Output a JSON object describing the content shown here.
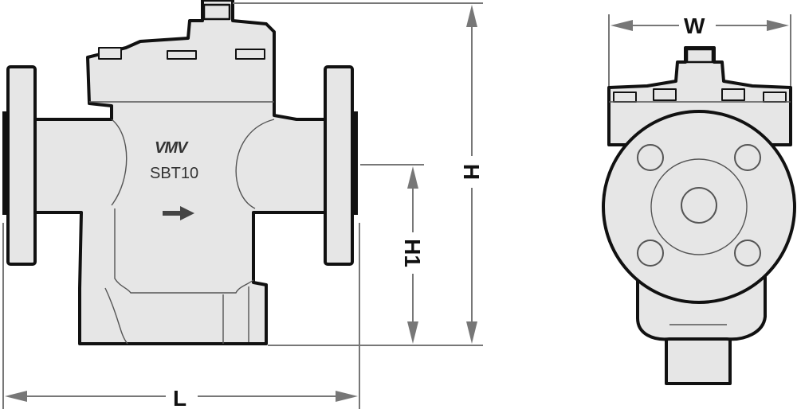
{
  "brand": "VMV",
  "model": "SBT10",
  "dimensions": {
    "length": "L",
    "height": "H",
    "height_inlet": "H1",
    "width": "W"
  },
  "flow_direction": "right",
  "colors": {
    "body": "#e6e6e6",
    "outline": "#111111",
    "dimension": "#777777"
  }
}
